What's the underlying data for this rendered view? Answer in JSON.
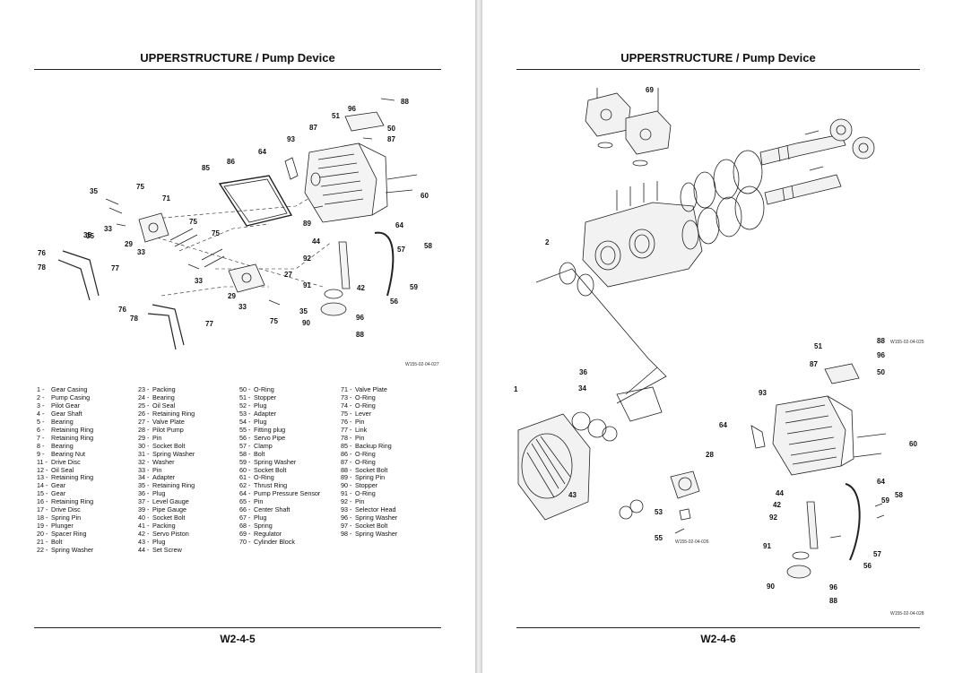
{
  "left_page": {
    "header": "UPPERSTRUCTURE / Pump Device",
    "page_number": "W2-4-5",
    "figure_id": "W155-02-04-027",
    "callouts": [
      "96",
      "88",
      "51",
      "87",
      "50",
      "93",
      "87",
      "64",
      "85",
      "86",
      "75",
      "35",
      "71",
      "89",
      "60",
      "75",
      "33",
      "35",
      "29",
      "75",
      "76",
      "33",
      "78",
      "77",
      "35",
      "33",
      "29",
      "27",
      "76",
      "78",
      "77",
      "33",
      "75",
      "44",
      "64",
      "92",
      "57",
      "58",
      "42",
      "59",
      "91",
      "56",
      "35",
      "96",
      "90",
      "88"
    ],
    "legend_columns": [
      [
        {
          "num": "1 -",
          "name": "Gear Casing"
        },
        {
          "num": "2 -",
          "name": "Pump Casing"
        },
        {
          "num": "3 -",
          "name": "Pilot Gear"
        },
        {
          "num": "4 -",
          "name": "Gear Shaft"
        },
        {
          "num": "5 -",
          "name": "Bearing"
        },
        {
          "num": "6 -",
          "name": "Retaining Ring"
        },
        {
          "num": "7 -",
          "name": "Retaining Ring"
        },
        {
          "num": "8 -",
          "name": "Bearing"
        },
        {
          "num": "9 -",
          "name": "Bearing Nut"
        },
        {
          "num": "11 -",
          "name": "Drive Disc"
        },
        {
          "num": "12 -",
          "name": "Oil Seal"
        },
        {
          "num": "13 -",
          "name": "Retaining Ring"
        },
        {
          "num": "14 -",
          "name": "Gear"
        },
        {
          "num": "15 -",
          "name": "Gear"
        },
        {
          "num": "16 -",
          "name": "Retaining Ring"
        },
        {
          "num": "17 -",
          "name": "Drive Disc"
        },
        {
          "num": "18 -",
          "name": "Spring Pin"
        },
        {
          "num": "19 -",
          "name": "Plunger"
        },
        {
          "num": "20 -",
          "name": "Spacer Ring"
        },
        {
          "num": "21 -",
          "name": "Bolt"
        },
        {
          "num": "22 -",
          "name": "Spring Washer"
        }
      ],
      [
        {
          "num": "23 -",
          "name": "Packing"
        },
        {
          "num": "24 -",
          "name": "Bearing"
        },
        {
          "num": "25 -",
          "name": "Oil Seal"
        },
        {
          "num": "26 -",
          "name": "Retaining Ring"
        },
        {
          "num": "27 -",
          "name": "Valve Plate"
        },
        {
          "num": "28 -",
          "name": "Pilot Pump"
        },
        {
          "num": "29 -",
          "name": "Pin"
        },
        {
          "num": "30 -",
          "name": "Socket Bolt"
        },
        {
          "num": "31 -",
          "name": "Spring Washer"
        },
        {
          "num": "32 -",
          "name": "Washer"
        },
        {
          "num": "33 -",
          "name": "Pin"
        },
        {
          "num": "34 -",
          "name": "Adapter"
        },
        {
          "num": "35 -",
          "name": "Retaining Ring"
        },
        {
          "num": "36 -",
          "name": "Plug"
        },
        {
          "num": "37 -",
          "name": "Level Gauge"
        },
        {
          "num": "39 -",
          "name": "Pipe Gauge"
        },
        {
          "num": "40 -",
          "name": "Socket Bolt"
        },
        {
          "num": "41 -",
          "name": "Packing"
        },
        {
          "num": "42 -",
          "name": "Servo Piston"
        },
        {
          "num": "43 -",
          "name": "Plug"
        },
        {
          "num": "44 -",
          "name": "Set Screw"
        }
      ],
      [
        {
          "num": "50 -",
          "name": "O-Ring"
        },
        {
          "num": "51 -",
          "name": "Stopper"
        },
        {
          "num": "52 -",
          "name": "Plug"
        },
        {
          "num": "53 -",
          "name": "Adapter"
        },
        {
          "num": "54 -",
          "name": "Plug"
        },
        {
          "num": "55 -",
          "name": "Fitting plug"
        },
        {
          "num": "56 -",
          "name": "Servo Pipe"
        },
        {
          "num": "57 -",
          "name": "Clamp"
        },
        {
          "num": "58 -",
          "name": "Bolt"
        },
        {
          "num": "59 -",
          "name": "Spring Washer"
        },
        {
          "num": "60 -",
          "name": "Socket Bolt"
        },
        {
          "num": "61 -",
          "name": "O-Ring"
        },
        {
          "num": "62 -",
          "name": "Thrust Ring"
        },
        {
          "num": "64 -",
          "name": "Pump Pressure Sensor"
        },
        {
          "num": "65 -",
          "name": "Pin"
        },
        {
          "num": "66 -",
          "name": "Center Shaft"
        },
        {
          "num": "67 -",
          "name": "Plug"
        },
        {
          "num": "68 -",
          "name": "Spring"
        },
        {
          "num": "69 -",
          "name": "Regulator"
        },
        {
          "num": "70 -",
          "name": "Cylinder Block"
        }
      ],
      [
        {
          "num": "71 -",
          "name": "Valve Plate"
        },
        {
          "num": "73 -",
          "name": "O-Ring"
        },
        {
          "num": "74 -",
          "name": "O-Ring"
        },
        {
          "num": "75 -",
          "name": "Lever"
        },
        {
          "num": "76 -",
          "name": "Pin"
        },
        {
          "num": "77 -",
          "name": "Link"
        },
        {
          "num": "78 -",
          "name": "Pin"
        },
        {
          "num": "85 -",
          "name": "Backup Ring"
        },
        {
          "num": "86 -",
          "name": "O-Ring"
        },
        {
          "num": "87 -",
          "name": "O-Ring"
        },
        {
          "num": "88 -",
          "name": "Socket Bolt"
        },
        {
          "num": "89 -",
          "name": "Spring Pin"
        },
        {
          "num": "90 -",
          "name": "Stopper"
        },
        {
          "num": "91 -",
          "name": "O-Ring"
        },
        {
          "num": "92 -",
          "name": "Pin"
        },
        {
          "num": "93 -",
          "name": "Selector Head"
        },
        {
          "num": "96 -",
          "name": "Spring Washer"
        },
        {
          "num": "97 -",
          "name": "Socket Bolt"
        },
        {
          "num": "98 -",
          "name": "Spring Washer"
        }
      ]
    ]
  },
  "right_page": {
    "header": "UPPERSTRUCTURE / Pump Device",
    "page_number": "W2-4-6",
    "figure_ids": [
      "W155-02-04-025",
      "W155-02-04-026",
      "W155-02-04-028"
    ],
    "callouts": [
      "69",
      "2",
      "36",
      "34",
      "1",
      "43",
      "28",
      "53",
      "55",
      "51",
      "88",
      "87",
      "96",
      "50",
      "93",
      "64",
      "60",
      "64",
      "44",
      "42",
      "59",
      "58",
      "92",
      "57",
      "91",
      "56",
      "90",
      "96",
      "88"
    ]
  }
}
